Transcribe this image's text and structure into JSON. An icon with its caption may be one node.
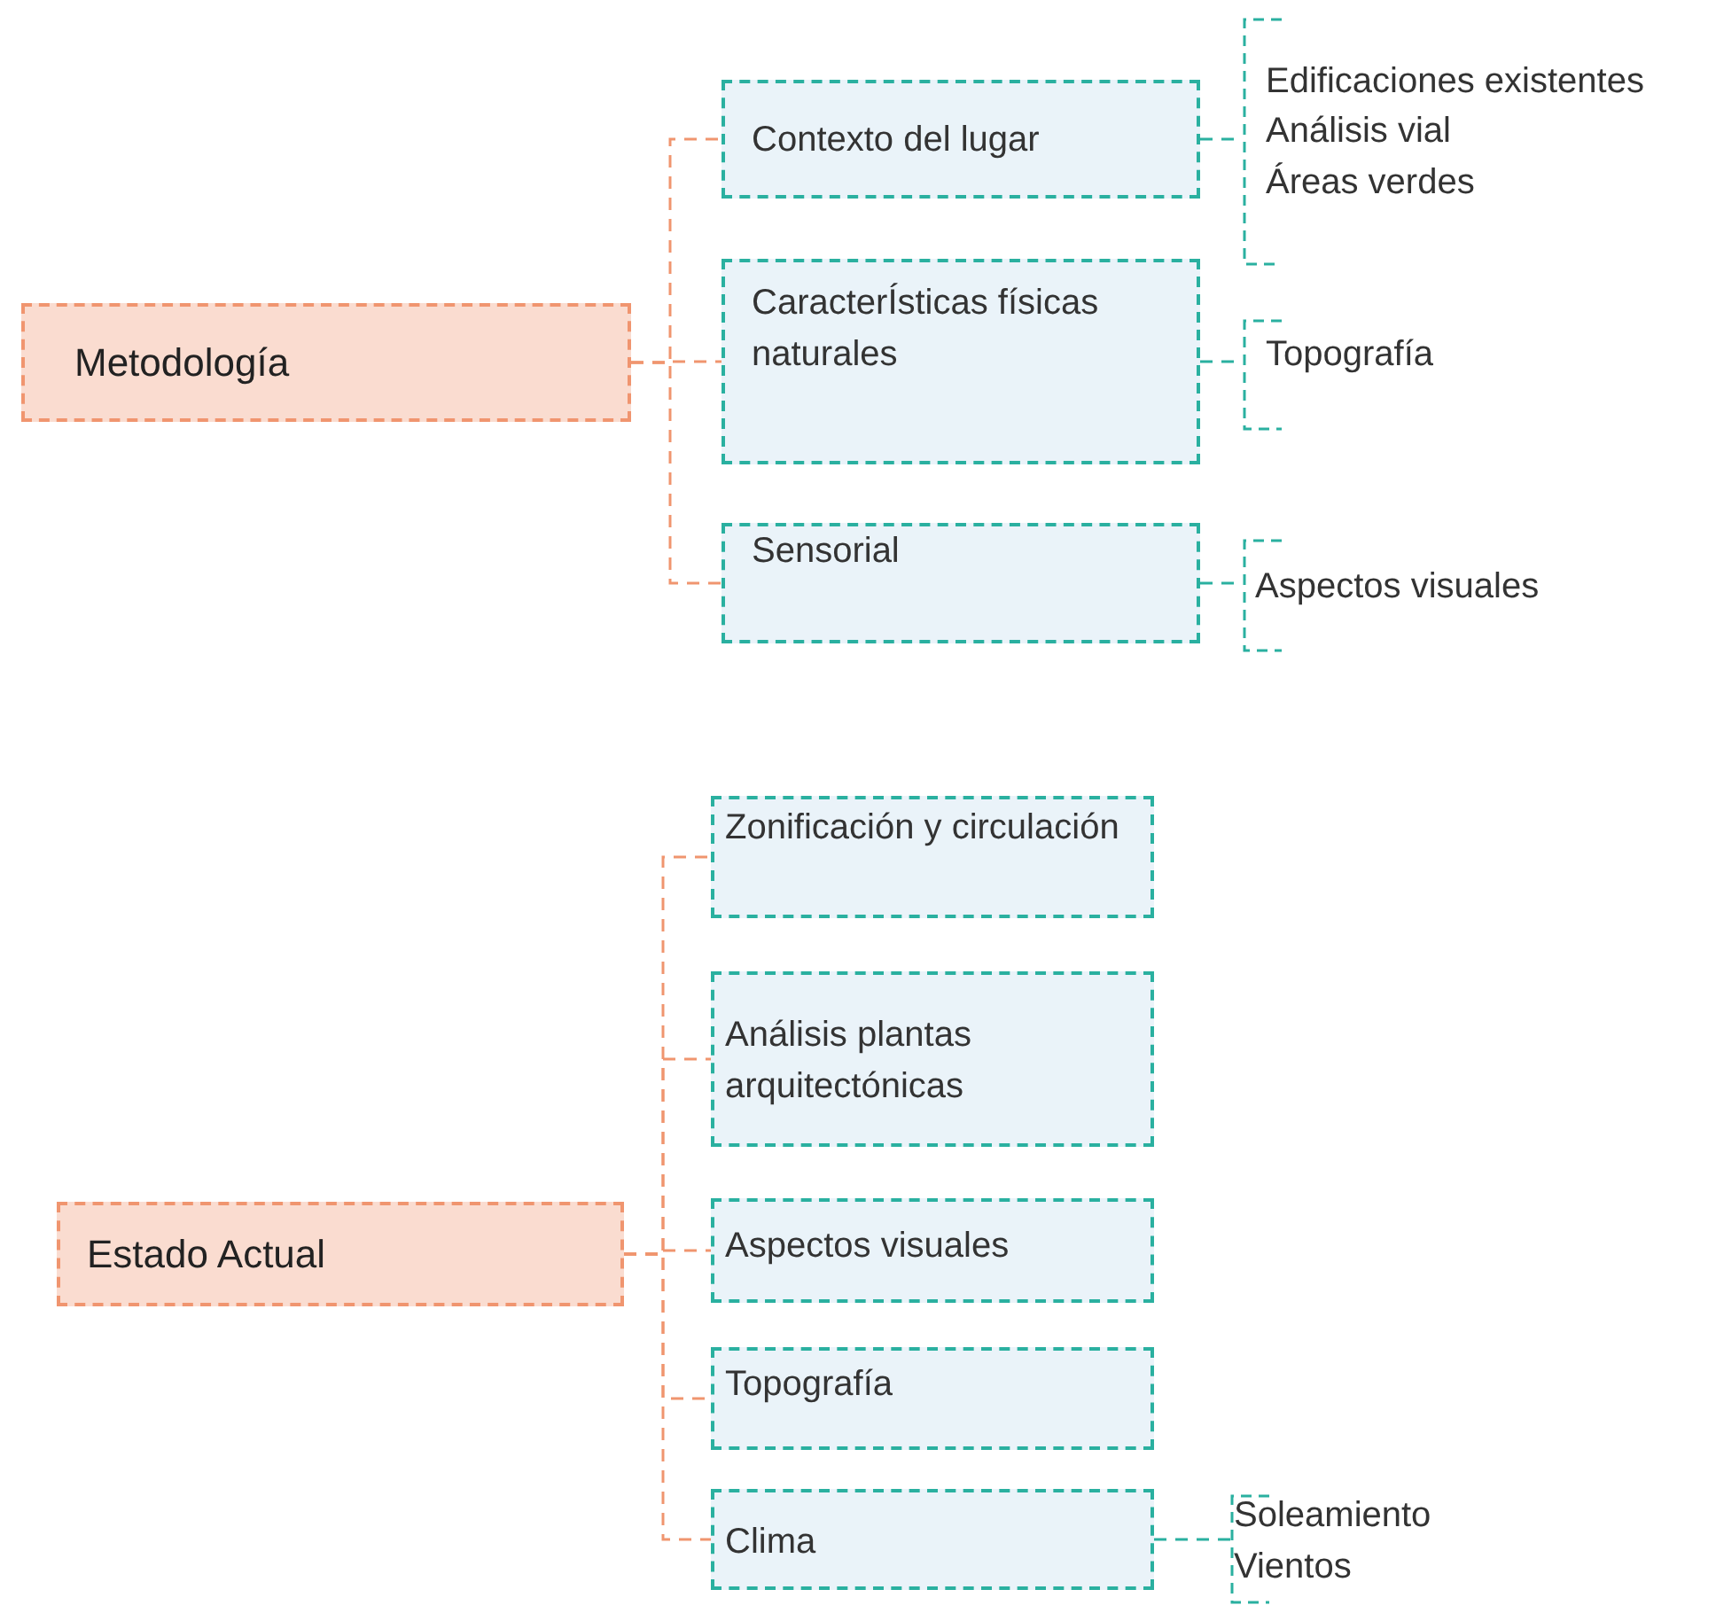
{
  "diagram": {
    "nodes": [
      {
        "text": [
          "Metodología"
        ]
      },
      {
        "text": [
          "Contexto del lugar"
        ]
      },
      {
        "text": [
          "CaracterÍsticas físicas naturales"
        ]
      },
      {
        "text": [
          "Sensorial"
        ]
      },
      {
        "text": [
          "Edificaciones existentes",
          "Análisis vial",
          "Áreas verdes"
        ]
      },
      {
        "text": [
          "Topografía"
        ]
      },
      {
        "text": [
          "Aspectos visuales"
        ]
      },
      {
        "text": [
          "Estado Actual"
        ]
      },
      {
        "text": [
          "Zonificación y circulación"
        ]
      },
      {
        "text": [
          "Análisis plantas arquitectónicas"
        ]
      },
      {
        "text": [
          "Aspectos visuales"
        ]
      },
      {
        "text": [
          "Topografía"
        ]
      },
      {
        "text": [
          "Clima"
        ]
      },
      {
        "text": [
          "Soleamiento",
          "Vientos"
        ]
      }
    ],
    "edges": [
      {
        "from": 0,
        "to": 1,
        "arrow": "none",
        "style": "dashed"
      },
      {
        "from": 0,
        "to": 2,
        "arrow": "none",
        "style": "dashed"
      },
      {
        "from": 0,
        "to": 3,
        "arrow": "none",
        "style": "dashed"
      },
      {
        "from": 1,
        "to": 4,
        "arrow": "none",
        "style": "dashed",
        "color": "#2ab0a0"
      },
      {
        "from": 2,
        "to": 5,
        "arrow": "none",
        "style": "dashed",
        "color": "#2ab0a0"
      },
      {
        "from": 3,
        "to": 6,
        "arrow": "none",
        "style": "dashed",
        "color": "#2ab0a0"
      },
      {
        "from": 7,
        "to": 8,
        "arrow": "none",
        "style": "dashed"
      },
      {
        "from": 7,
        "to": 9,
        "arrow": "none",
        "style": "dashed"
      },
      {
        "from": 7,
        "to": 10,
        "arrow": "none",
        "style": "dashed"
      },
      {
        "from": 7,
        "to": 11,
        "arrow": "none",
        "style": "dashed"
      },
      {
        "from": 7,
        "to": 12,
        "arrow": "none",
        "style": "dashed"
      },
      {
        "from": 12,
        "to": 13,
        "arrow": "none",
        "style": "dashed",
        "color": "#2ab0a0"
      }
    ]
  }
}
